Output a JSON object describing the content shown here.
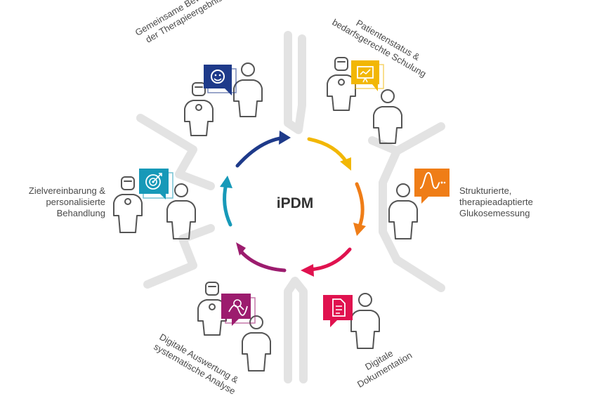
{
  "center_label": "iPDM",
  "colors": {
    "divider": "#e3e3e3",
    "person_stroke": "#555555",
    "navy": "#1e3a8a",
    "yellow": "#f2b705",
    "orange": "#ef7d17",
    "red": "#e0124f",
    "magenta": "#9c1c6e",
    "teal": "#1799b8"
  },
  "segments": [
    {
      "id": "top-left",
      "lines": [
        "Gemeinsame Bewertung",
        "der Therapieergebnisse"
      ],
      "icon": "smiley-icon",
      "color": "#1e3a8a"
    },
    {
      "id": "top-right",
      "lines": [
        "Patientenstatus &",
        "bedarfsgerechte Schulung"
      ],
      "icon": "presentation-board-icon",
      "color": "#f2b705"
    },
    {
      "id": "right",
      "lines": [
        "Strukturierte,",
        "therapieadaptierte",
        "Glukosemessung"
      ],
      "icon": "glucose-curve-icon",
      "color": "#ef7d17"
    },
    {
      "id": "bottom-right",
      "lines": [
        "Digitale",
        "Dokumentation"
      ],
      "icon": "document-icon",
      "color": "#e0124f"
    },
    {
      "id": "bottom-left",
      "lines": [
        "Digitale Auswertung &",
        "systematische Analyse"
      ],
      "icon": "analysis-chart-icon",
      "color": "#9c1c6e"
    },
    {
      "id": "left",
      "lines": [
        "Zielvereinbarung &",
        "personalisierte",
        "Behandlung"
      ],
      "icon": "target-icon",
      "color": "#1799b8"
    }
  ]
}
